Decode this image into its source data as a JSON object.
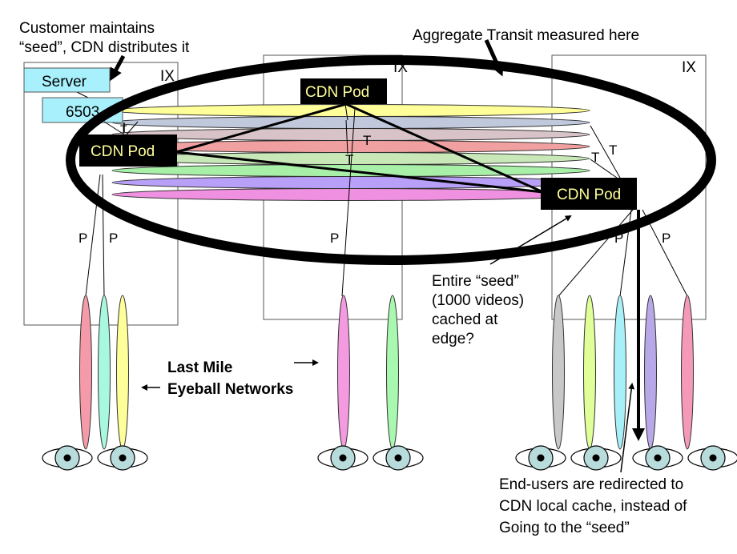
{
  "annotations": {
    "customer_line1": "Customer maintains",
    "customer_line2": "“seed”, CDN distributes it",
    "aggregate": "Aggregate Transit measured here",
    "entire_line1": "Entire “seed”",
    "entire_line2": "(1000 videos)",
    "entire_line3": "cached at",
    "entire_line4": "edge?",
    "lastmile_line1": "Last Mile",
    "lastmile_line2": "Eyeball Networks",
    "endusers_line1": "End-users are redirected to",
    "endusers_line2": "CDN local cache, instead of",
    "endusers_line3": "Going to the “seed”"
  },
  "ix_boxes": [
    {
      "label": "IX"
    },
    {
      "label": "IX"
    },
    {
      "label": "IX"
    }
  ],
  "server_box": {
    "label": "Server"
  },
  "router_box": {
    "label": "6503"
  },
  "cdn_pods": [
    {
      "label": "CDN Pod"
    },
    {
      "label": "CDN Pod"
    },
    {
      "label": "CDN Pod"
    }
  ],
  "link_labels": {
    "transit": "T",
    "peering": "P"
  },
  "transit_networks": [
    {
      "color": "#ffff99"
    },
    {
      "color": "#c0c8dc"
    },
    {
      "color": "#d8c4c8"
    },
    {
      "color": "#f0a0a0"
    },
    {
      "color": "#c8e8b8"
    },
    {
      "color": "#a8f0a8"
    },
    {
      "color": "#b8a0f8"
    },
    {
      "color": "#f090e0"
    }
  ],
  "eyeball_networks": {
    "left": [
      {
        "color": "#f49aa8"
      },
      {
        "color": "#a8f8e0"
      },
      {
        "color": "#ffff99"
      }
    ],
    "middle": [
      {
        "color": "#f49ae0"
      },
      {
        "color": "#a8f8b0"
      }
    ],
    "right": [
      {
        "color": "#c8c8c8"
      },
      {
        "color": "#e0ff99"
      },
      {
        "color": "#a8f0f8"
      },
      {
        "color": "#b8a8e8"
      },
      {
        "color": "#f49ab8"
      }
    ]
  },
  "colors": {
    "server_fill": "#a8f0fc",
    "pod_fill": "#000000",
    "pod_text": "#ffff99",
    "eye_iris": "#b8dcdc"
  }
}
